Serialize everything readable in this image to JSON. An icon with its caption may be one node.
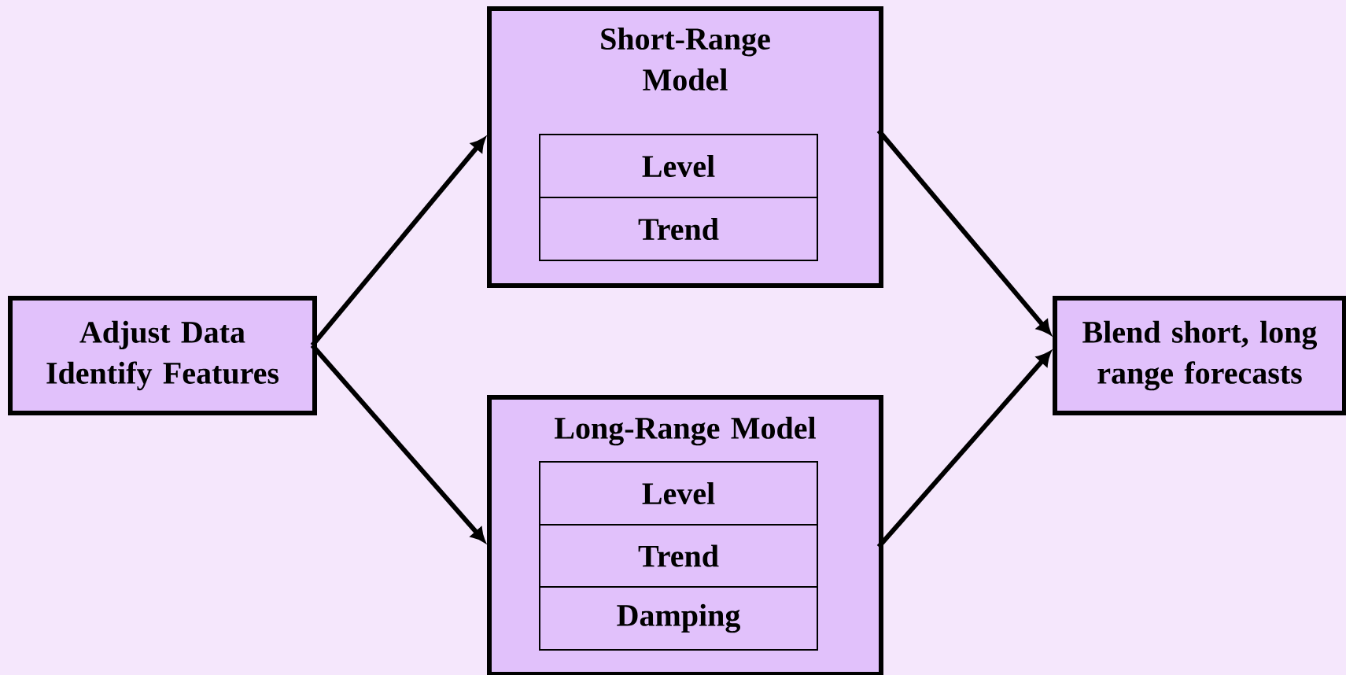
{
  "diagram": {
    "nodes": [
      {
        "text": [
          "Adjust Data Identify Features"
        ]
      },
      {
        "text": [
          "Short-Range Model"
        ]
      },
      {
        "text": [
          "Level"
        ],
        "in": 1
      },
      {
        "text": [
          "Trend"
        ],
        "in": 1
      },
      {
        "text": [
          "Long-Range Model"
        ]
      },
      {
        "text": [
          "Level"
        ],
        "in": 4
      },
      {
        "text": [
          "Trend"
        ],
        "in": 4
      },
      {
        "text": [
          "Damping"
        ],
        "in": 4
      },
      {
        "text": [
          "Blend short, long range forecasts"
        ]
      }
    ],
    "edges": [
      {
        "from": 0,
        "to": 1,
        "arrow": "to"
      },
      {
        "from": 0,
        "to": 4,
        "arrow": "to"
      },
      {
        "from": 1,
        "to": 8,
        "arrow": "to"
      },
      {
        "from": 4,
        "to": 8,
        "arrow": "to"
      }
    ]
  }
}
